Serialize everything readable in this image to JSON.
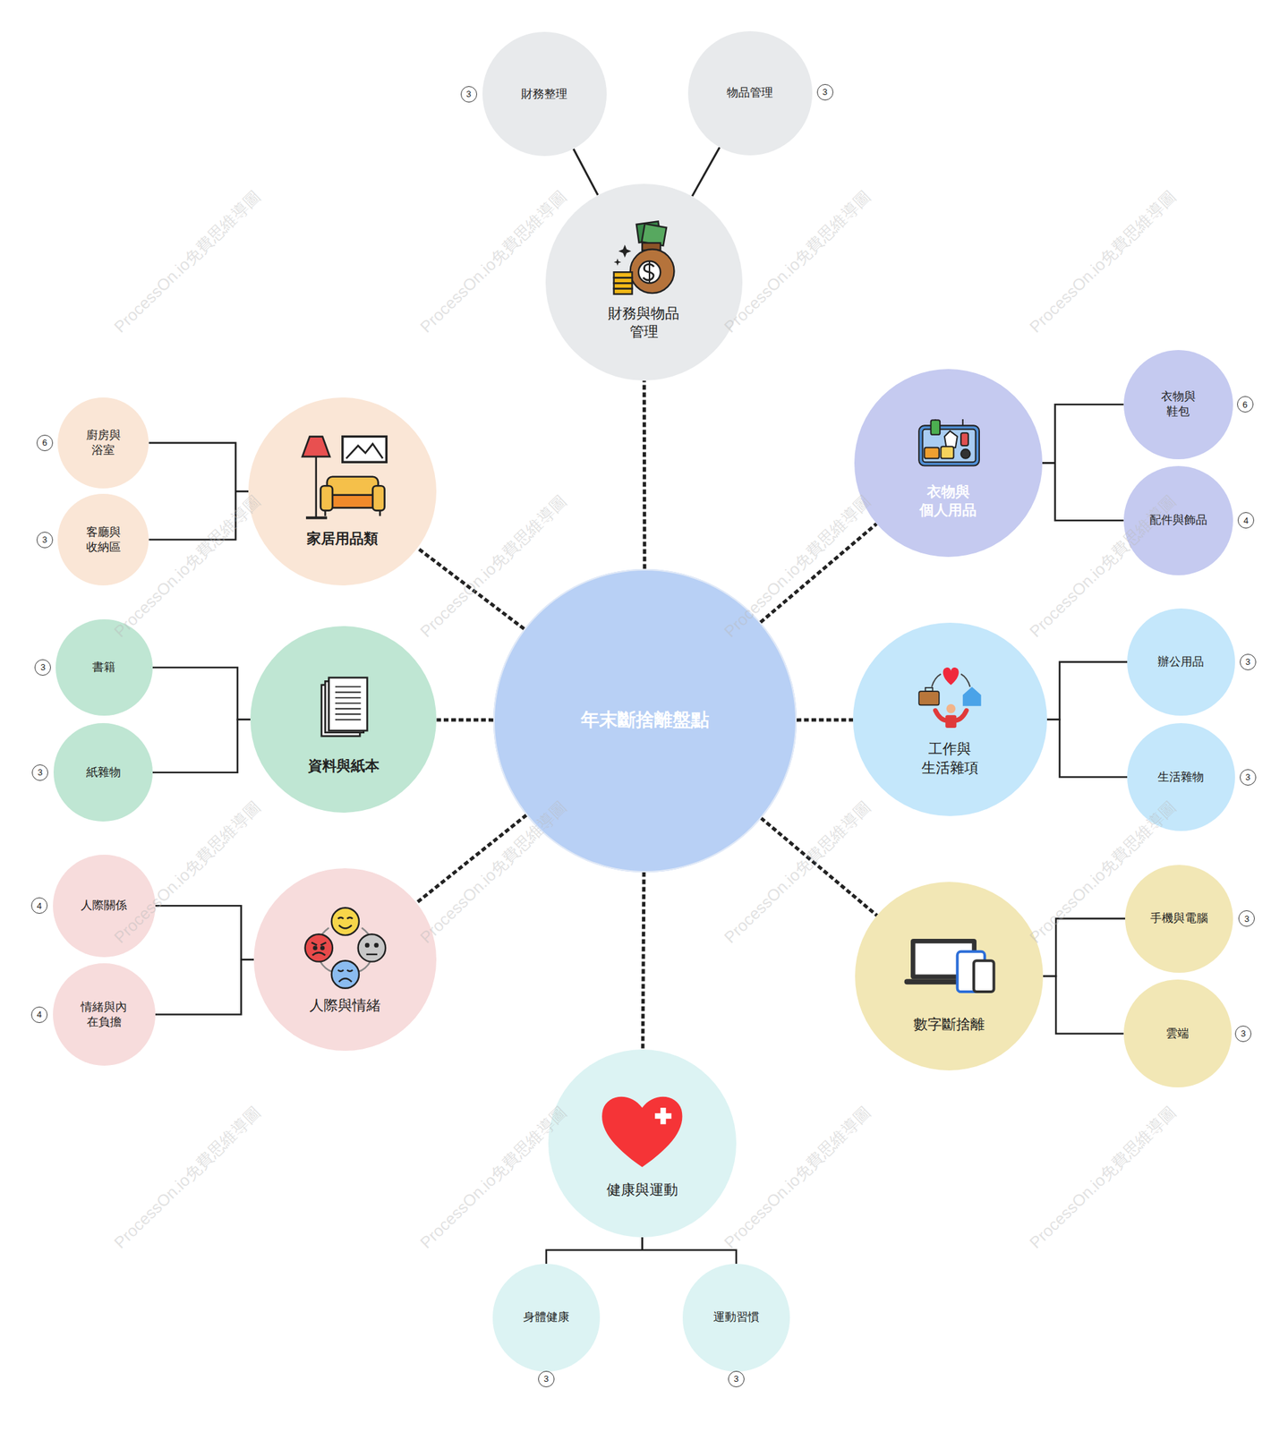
{
  "diagram": {
    "nodes": [
      {
        "text": [
          "年末斷捨離盤點"
        ]
      },
      {
        "text": [
          "財務與物品 管理"
        ]
      },
      {
        "text": [
          "財務整理"
        ]
      },
      {
        "text": [
          "物品管理"
        ]
      },
      {
        "text": [
          "衣物與 個人用品"
        ]
      },
      {
        "text": [
          "衣物與 鞋包"
        ]
      },
      {
        "text": [
          "配件與飾品"
        ]
      },
      {
        "text": [
          "工作與 生活雜項"
        ]
      },
      {
        "text": [
          "辦公用品"
        ]
      },
      {
        "text": [
          "生活雜物"
        ]
      },
      {
        "text": [
          "數字斷捨離"
        ]
      },
      {
        "text": [
          "手機與電腦"
        ]
      },
      {
        "text": [
          "雲端"
        ]
      },
      {
        "text": [
          "健康與運動"
        ]
      },
      {
        "text": [
          "身體健康"
        ]
      },
      {
        "text": [
          "運動習慣"
        ]
      },
      {
        "text": [
          "人際與情緒"
        ]
      },
      {
        "text": [
          "人際關係"
        ]
      },
      {
        "text": [
          "情緒與內 在負擔"
        ]
      },
      {
        "text": [
          "資料與紙本"
        ]
      },
      {
        "text": [
          "書籍"
        ]
      },
      {
        "text": [
          "紙雜物"
        ]
      },
      {
        "text": [
          "家居用品類"
        ]
      },
      {
        "text": [
          "廚房與 浴室"
        ]
      },
      {
        "text": [
          "客廳與 收納區"
        ]
      }
    ],
    "edges": [
      {
        "from": 0,
        "to": 1,
        "arrow": "none"
      },
      {
        "from": 0,
        "to": 4,
        "arrow": "none"
      },
      {
        "from": 0,
        "to": 7,
        "arrow": "none"
      },
      {
        "from": 0,
        "to": 10,
        "arrow": "none"
      },
      {
        "from": 0,
        "to": 13,
        "arrow": "none"
      },
      {
        "from": 0,
        "to": 16,
        "arrow": "none"
      },
      {
        "from": 0,
        "to": 19,
        "arrow": "none"
      },
      {
        "from": 0,
        "to": 22,
        "arrow": "none"
      },
      {
        "from": 1,
        "to": 2,
        "arrow": "none"
      },
      {
        "from": 1,
        "to": 3,
        "arrow": "none"
      },
      {
        "from": 4,
        "to": 5,
        "arrow": "none"
      },
      {
        "from": 4,
        "to": 6,
        "arrow": "none"
      },
      {
        "from": 7,
        "to": 8,
        "arrow": "none"
      },
      {
        "from": 7,
        "to": 9,
        "arrow": "none"
      },
      {
        "from": 10,
        "to": 11,
        "arrow": "none"
      },
      {
        "from": 10,
        "to": 12,
        "arrow": "none"
      },
      {
        "from": 13,
        "to": 14,
        "arrow": "none"
      },
      {
        "from": 13,
        "to": 15,
        "arrow": "none"
      },
      {
        "from": 16,
        "to": 17,
        "arrow": "none"
      },
      {
        "from": 16,
        "to": 18,
        "arrow": "none"
      },
      {
        "from": 19,
        "to": 20,
        "arrow": "none"
      },
      {
        "from": 19,
        "to": 21,
        "arrow": "none"
      },
      {
        "from": 22,
        "to": 23,
        "arrow": "none"
      },
      {
        "from": 22,
        "to": 24,
        "arrow": "none"
      }
    ],
    "labels": [
      "3",
      "3",
      "6",
      "4",
      "3",
      "3",
      "3",
      "3",
      "3",
      "3",
      "4",
      "4",
      "3",
      "3",
      "6",
      "3",
      "ProcessOn.io免費思維導圖",
      "ProcessOn.io免費思維導圖",
      "ProcessOn.io免費思維導圖",
      "ProcessOn.io免費思維導圖",
      "ProcessOn.io免費思維導圖",
      "ProcessOn.io免費思維導圖",
      "ProcessOn.io免費思維導圖",
      "ProcessOn.io免費思維導圖",
      "ProcessOn.io免費思維導圖",
      "ProcessOn.io免費思維導圖",
      "ProcessOn.io免費思維導圖",
      "ProcessOn.io免費思維導圖",
      "ProcessOn.io免費思維導圖",
      "ProcessOn.io免費思維導圖",
      "ProcessOn.io免費思維導圖",
      "ProcessOn.io免費思維導圖"
    ]
  }
}
